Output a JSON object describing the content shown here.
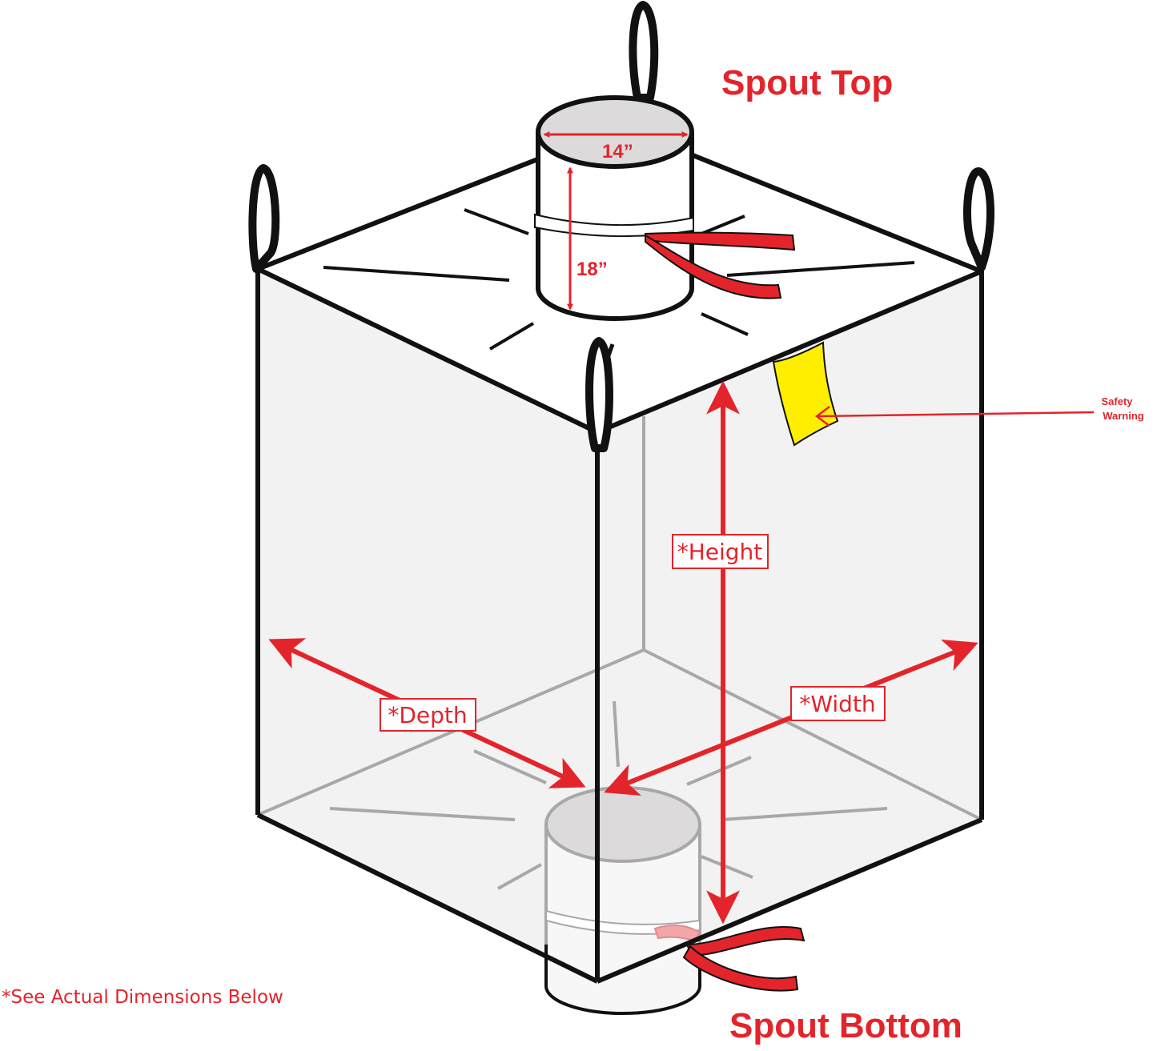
{
  "labels": {
    "spout_top": "Spout Top",
    "spout_bottom": "Spout Bottom",
    "spout_diameter": "14”",
    "spout_length": "18”",
    "height": "*Height",
    "depth": "*Depth",
    "width": "*Width",
    "safety_warning_line1": "Safety",
    "safety_warning_line2": "Warning",
    "footnote": "*See Actual Dimensions Below"
  },
  "colors": {
    "accent_red": "#e3242b",
    "outline": "#111111",
    "bag_fill": "#f2f2f2",
    "spout_fill": "#dcdadb",
    "safety_label": "#ffee00",
    "hidden_line": "#a8a8a8"
  }
}
